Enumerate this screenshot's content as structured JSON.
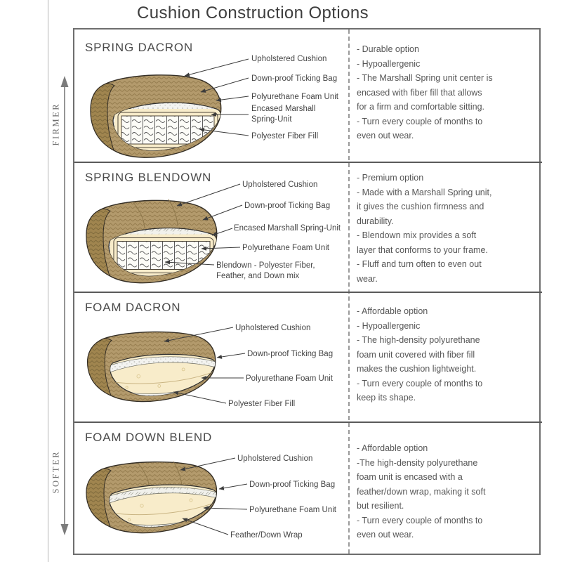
{
  "title": "Cushion Construction Options",
  "scale": {
    "firm_label": "FIRMER",
    "soft_label": "SOFTER"
  },
  "palette": {
    "fabric": "#b39a6c",
    "fabric_dark": "#a0854f",
    "foam": "#f8ecca",
    "fiber": "#f3f3f0",
    "outline": "#332d24",
    "border": "#6e6e6e",
    "divider": "#5a5a5a",
    "text": "#565656",
    "arrow": "#7b7b7b"
  },
  "sections": [
    {
      "name": "SPRING DACRON",
      "callouts": [
        "Upholstered Cushion",
        "Down-proof Ticking Bag",
        "Polyurethane Foam Unit",
        "Encased Marshall Spring-Unit",
        "Polyester Fiber Fill"
      ],
      "notes": [
        "- Durable option",
        "- Hypoallergenic",
        "- The Marshall Spring unit center is",
        "encased with fiber fill that allows",
        "for a firm and comfortable sitting.",
        "- Turn every couple of months to",
        "even out wear."
      ]
    },
    {
      "name": "SPRING BLENDOWN",
      "callouts": [
        "Upholstered Cushion",
        "Down-proof Ticking Bag",
        "Encased Marshall Spring-Unit",
        "Polyurethane Foam Unit",
        "Blendown - Polyester Fiber, Feather, and Down mix"
      ],
      "notes": [
        "- Premium option",
        "- Made with a Marshall Spring unit,",
        "it gives the cushion firmness and",
        "durability.",
        "- Blendown mix provides a soft",
        "layer that conforms to your frame.",
        "- Fluff and turn often to even out",
        "wear."
      ]
    },
    {
      "name": "FOAM DACRON",
      "callouts": [
        "Upholstered Cushion",
        "Down-proof Ticking Bag",
        "Polyurethane Foam Unit",
        "Polyester Fiber Fill"
      ],
      "notes": [
        "- Affordable option",
        "- Hypoallergenic",
        "- The high-density polyurethane",
        "foam unit covered with fiber fill",
        "makes the cushion lightweight.",
        "- Turn every couple of months to",
        "keep its shape."
      ]
    },
    {
      "name": "FOAM DOWN BLEND",
      "callouts": [
        "Upholstered Cushion",
        "Down-proof Ticking Bag",
        "Polyurethane Foam Unit",
        "Feather/Down Wrap"
      ],
      "notes": [
        "- Affordable option",
        "-The high-density polyurethane",
        "foam unit is encased with a",
        "feather/down wrap, making it soft",
        "but resilient.",
        "- Turn every couple of months to",
        "even out wear."
      ]
    }
  ]
}
